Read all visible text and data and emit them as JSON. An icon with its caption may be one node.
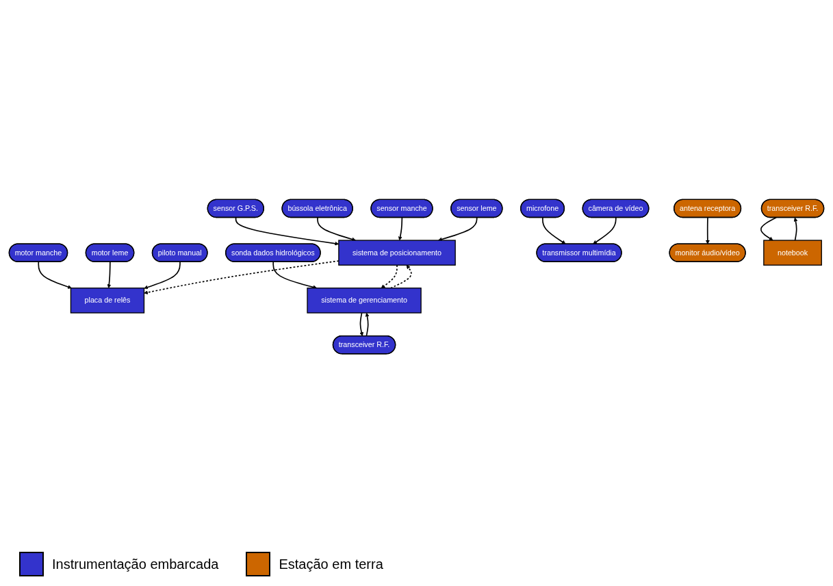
{
  "diagram": {
    "nodes": [
      {
        "text": [
          "motor manche"
        ]
      },
      {
        "text": [
          "motor leme"
        ]
      },
      {
        "text": [
          "sensor G.P.S."
        ]
      },
      {
        "text": [
          "bússola eletrônica"
        ]
      },
      {
        "text": [
          "sonda dados hidrológicos"
        ]
      },
      {
        "text": [
          "piloto manual"
        ]
      },
      {
        "text": [
          "placa de relês"
        ]
      },
      {
        "text": [
          "sistema de posicionamento"
        ]
      },
      {
        "text": [
          "sistema de gerenciamento"
        ]
      },
      {
        "text": [
          "sensor manche"
        ]
      },
      {
        "text": [
          "sensor leme"
        ]
      },
      {
        "text": [
          "transceiver R.F."
        ]
      },
      {
        "text": [
          "microfone"
        ]
      },
      {
        "text": [
          "câmera de vídeo"
        ]
      },
      {
        "text": [
          "transmissor multimídia"
        ]
      },
      {
        "text": [
          "antena receptora"
        ]
      },
      {
        "text": [
          "monitor áudio/vídeo"
        ]
      },
      {
        "text": [
          "transceiver R.F."
        ]
      },
      {
        "text": [
          "notebook"
        ]
      }
    ],
    "edges": [
      {
        "from": 0,
        "to": 6,
        "arrow": "to"
      },
      {
        "from": 1,
        "to": 6,
        "arrow": "to"
      },
      {
        "from": 2,
        "to": 7,
        "arrow": "to"
      },
      {
        "from": 3,
        "to": 7,
        "arrow": "to"
      },
      {
        "from": 4,
        "to": 8,
        "arrow": "to"
      },
      {
        "from": 5,
        "to": 6,
        "arrow": "to"
      },
      {
        "from": 7,
        "to": 6,
        "arrow": "to",
        "style": "dashed"
      },
      {
        "from": 8,
        "to": 7,
        "arrow": "to",
        "style": "dashed"
      },
      {
        "from": 7,
        "to": 8,
        "arrow": "to",
        "style": "dashed"
      },
      {
        "from": 8,
        "to": 11,
        "arrow": "to"
      },
      {
        "from": 11,
        "to": 8,
        "arrow": "to"
      },
      {
        "from": 9,
        "to": 7,
        "arrow": "to"
      },
      {
        "from": 10,
        "to": 7,
        "arrow": "to"
      },
      {
        "from": 12,
        "to": 14,
        "arrow": "to"
      },
      {
        "from": 13,
        "to": 14,
        "arrow": "to"
      },
      {
        "from": 15,
        "to": 16,
        "arrow": "to"
      },
      {
        "from": 17,
        "to": 18,
        "arrow": "to"
      },
      {
        "from": 18,
        "to": 17,
        "arrow": "to"
      }
    ],
    "legend": [
      {
        "text": "Instrumentação embarcada",
        "color": "#3333cc"
      },
      {
        "text": "Estação em terra",
        "color": "#cc6600"
      }
    ]
  }
}
